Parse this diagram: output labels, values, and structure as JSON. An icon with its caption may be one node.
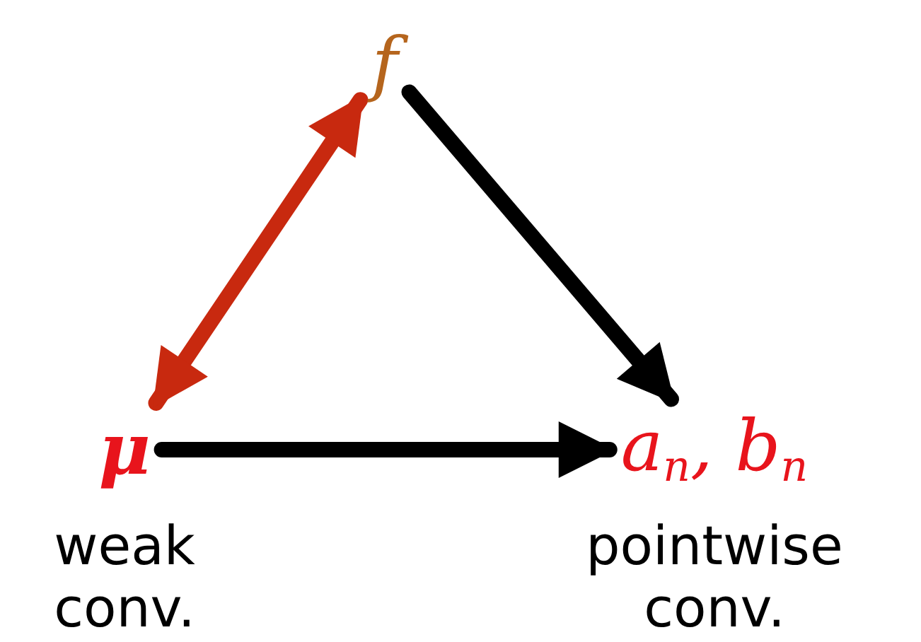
{
  "diagram": {
    "nodes": [
      {
        "text": [
          "f"
        ]
      },
      {
        "text": [
          "μ"
        ],
        "beside": [
          "weak conv."
        ]
      },
      {
        "text": [
          "a$_{n}$, b$_{n}$"
        ],
        "beside": [
          "pointwise conv."
        ]
      }
    ],
    "edges": [
      {
        "from": 0,
        "to": 1,
        "arrow": "both",
        "color": "#c8290f"
      },
      {
        "from": 0,
        "to": 2,
        "arrow": "to"
      },
      {
        "from": 1,
        "to": 2,
        "arrow": "to"
      }
    ]
  }
}
